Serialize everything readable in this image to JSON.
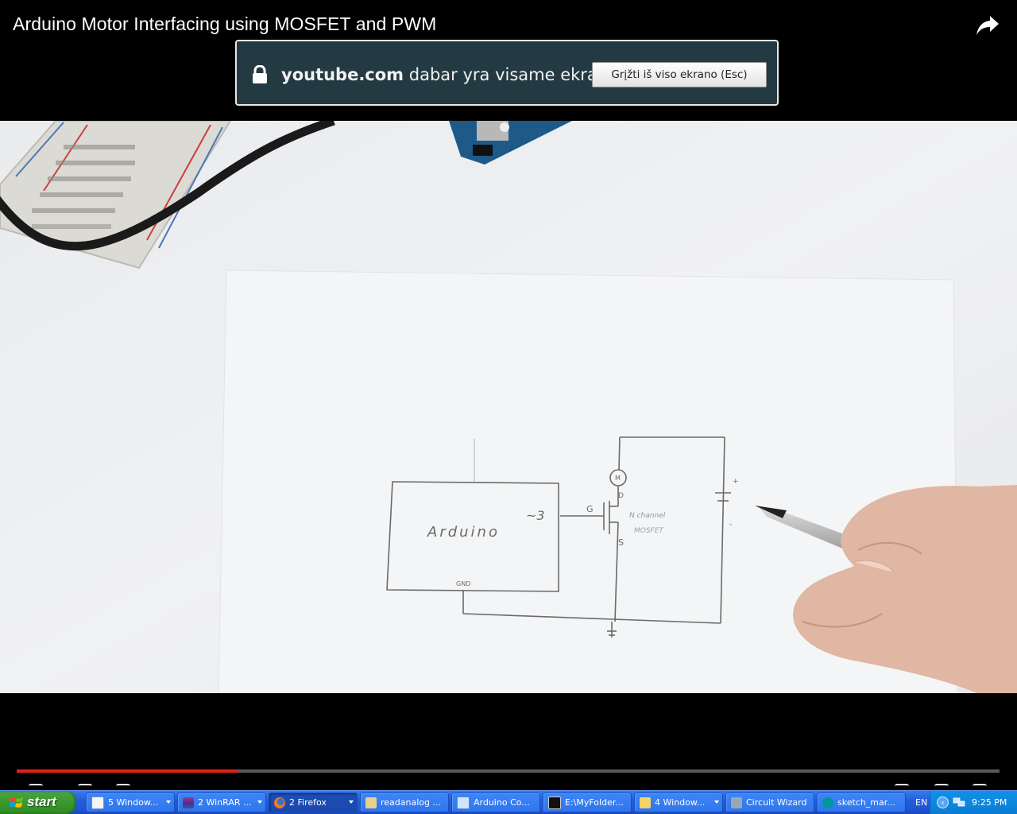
{
  "video": {
    "title": "Arduino Motor Interfacing using MOSFET and PWM",
    "progress_fraction": 0.225,
    "drawing": {
      "board_label": "Arduino",
      "pin_label": "~3",
      "gnd_label": "GND",
      "gate_label": "G",
      "drain_label": "D",
      "source_label": "S",
      "mosfet_label_line1": "N channel",
      "mosfet_label_line2": "MOSFET",
      "motor_label": "M",
      "battery_plus": "+",
      "battery_minus": "-"
    }
  },
  "fullscreen_notice": {
    "domain": "youtube.com",
    "message": "dabar yra visame ekrane",
    "exit_button": "Grįžti iš viso ekrano (Esc)"
  },
  "taskbar": {
    "start_label": "start",
    "tasks": [
      {
        "label": "5 Window...",
        "icon": "document-icon",
        "has_menu": true
      },
      {
        "label": "2 WinRAR ...",
        "icon": "winrar-icon",
        "has_menu": true
      },
      {
        "label": "2 Firefox",
        "icon": "firefox-icon",
        "has_menu": true,
        "active": true
      },
      {
        "label": "readanalog ...",
        "icon": "script-icon",
        "has_menu": false
      },
      {
        "label": "Arduino Co...",
        "icon": "arduino-doc-icon",
        "has_menu": false
      },
      {
        "label": "E:\\MyFolder...",
        "icon": "terminal-icon",
        "has_menu": false
      },
      {
        "label": "4 Window...",
        "icon": "folder-icon",
        "has_menu": true
      },
      {
        "label": "Circuit Wizard",
        "icon": "circuit-wizard-icon",
        "has_menu": false
      },
      {
        "label": "sketch_mar...",
        "icon": "arduino-icon",
        "has_menu": false
      }
    ],
    "language": "EN",
    "clock": "9:25 PM"
  },
  "colors": {
    "notice_bg": "#243a42",
    "progress_red": "#e62117",
    "taskbar_blue": "#245edb",
    "start_green": "#3a9a2f"
  }
}
